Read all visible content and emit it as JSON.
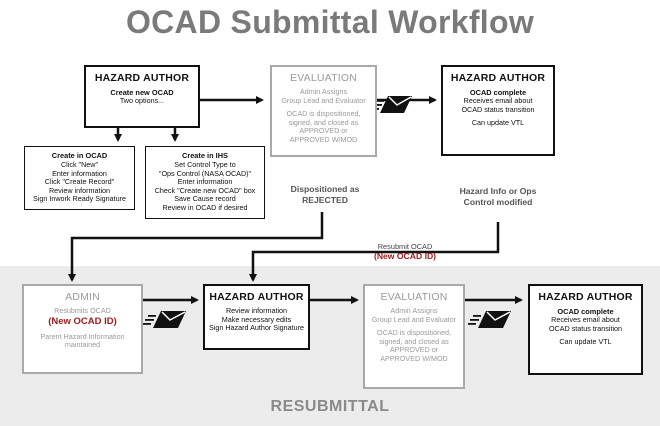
{
  "title": "OCAD Submittal Workflow",
  "resubmittal_label": "RESUBMITTAL",
  "boxes": {
    "ha1": {
      "header": "HAZARD AUTHOR",
      "line1": "Create new OCAD",
      "line2": "Two options..."
    },
    "ocad": {
      "header": "Create in OCAD",
      "lines": [
        "Click \"New\"",
        "Enter information",
        "Click \"Create Record\"",
        "Review information",
        "Sign Inwork Ready Signature"
      ]
    },
    "ihs": {
      "header": "Create in IHS",
      "lines": [
        "Set Control Type to",
        "\"Ops Control (NASA OCAD)\"",
        "Enter information",
        "Check \"Create new OCAD\" box",
        "Save Cause record",
        "Review in OCAD if desired"
      ]
    },
    "eval1": {
      "header": "EVALUATION",
      "lines_a": [
        "Admin Assigns",
        "Group Lead and Evaluator"
      ],
      "lines_b": [
        "OCAD is dispositioned,",
        "signed, and closed as",
        "APPROVED or",
        "APPROVED W/MOD"
      ]
    },
    "ha2": {
      "header": "HAZARD AUTHOR",
      "bold": "OCAD complete",
      "lines": [
        "Receives email about",
        "OCAD status transition"
      ],
      "extra": "Can update VTL"
    },
    "admin": {
      "header": "ADMIN",
      "line1": "Resubmits OCAD",
      "red": "(New OCAD ID)",
      "lines": [
        "Parent Hazard Information",
        "maintained"
      ]
    },
    "ha3": {
      "header": "HAZARD AUTHOR",
      "lines": [
        "Review information",
        "Make necessary edits",
        "Sign Hazard Author Signature"
      ]
    },
    "eval2": {
      "header": "EVALUATION",
      "lines_a": [
        "Admin Assigns",
        "Group Lead and Evaluator"
      ],
      "lines_b": [
        "OCAD is dispositioned,",
        "signed, and closed as",
        "APPROVED or",
        "APPROVED W/MOD"
      ]
    },
    "ha4": {
      "header": "HAZARD AUTHOR",
      "bold": "OCAD complete",
      "lines": [
        "Receives email about",
        "OCAD status transition"
      ],
      "extra": "Can update VTL"
    }
  },
  "labels": {
    "rejected": [
      "Dispositioned as",
      "REJECTED"
    ],
    "modified": [
      "Hazard Info or Ops",
      "Control modified"
    ],
    "resubmit": "Resubmit OCAD",
    "resubmit_red": "(New OCAD ID)"
  },
  "icons": [
    "email-icon",
    "email-icon",
    "email-icon"
  ],
  "colors": {
    "title": "#7a7a7a",
    "band": "#ececec",
    "red": "#9b1c1c",
    "gray_border": "#a9a9a9"
  }
}
